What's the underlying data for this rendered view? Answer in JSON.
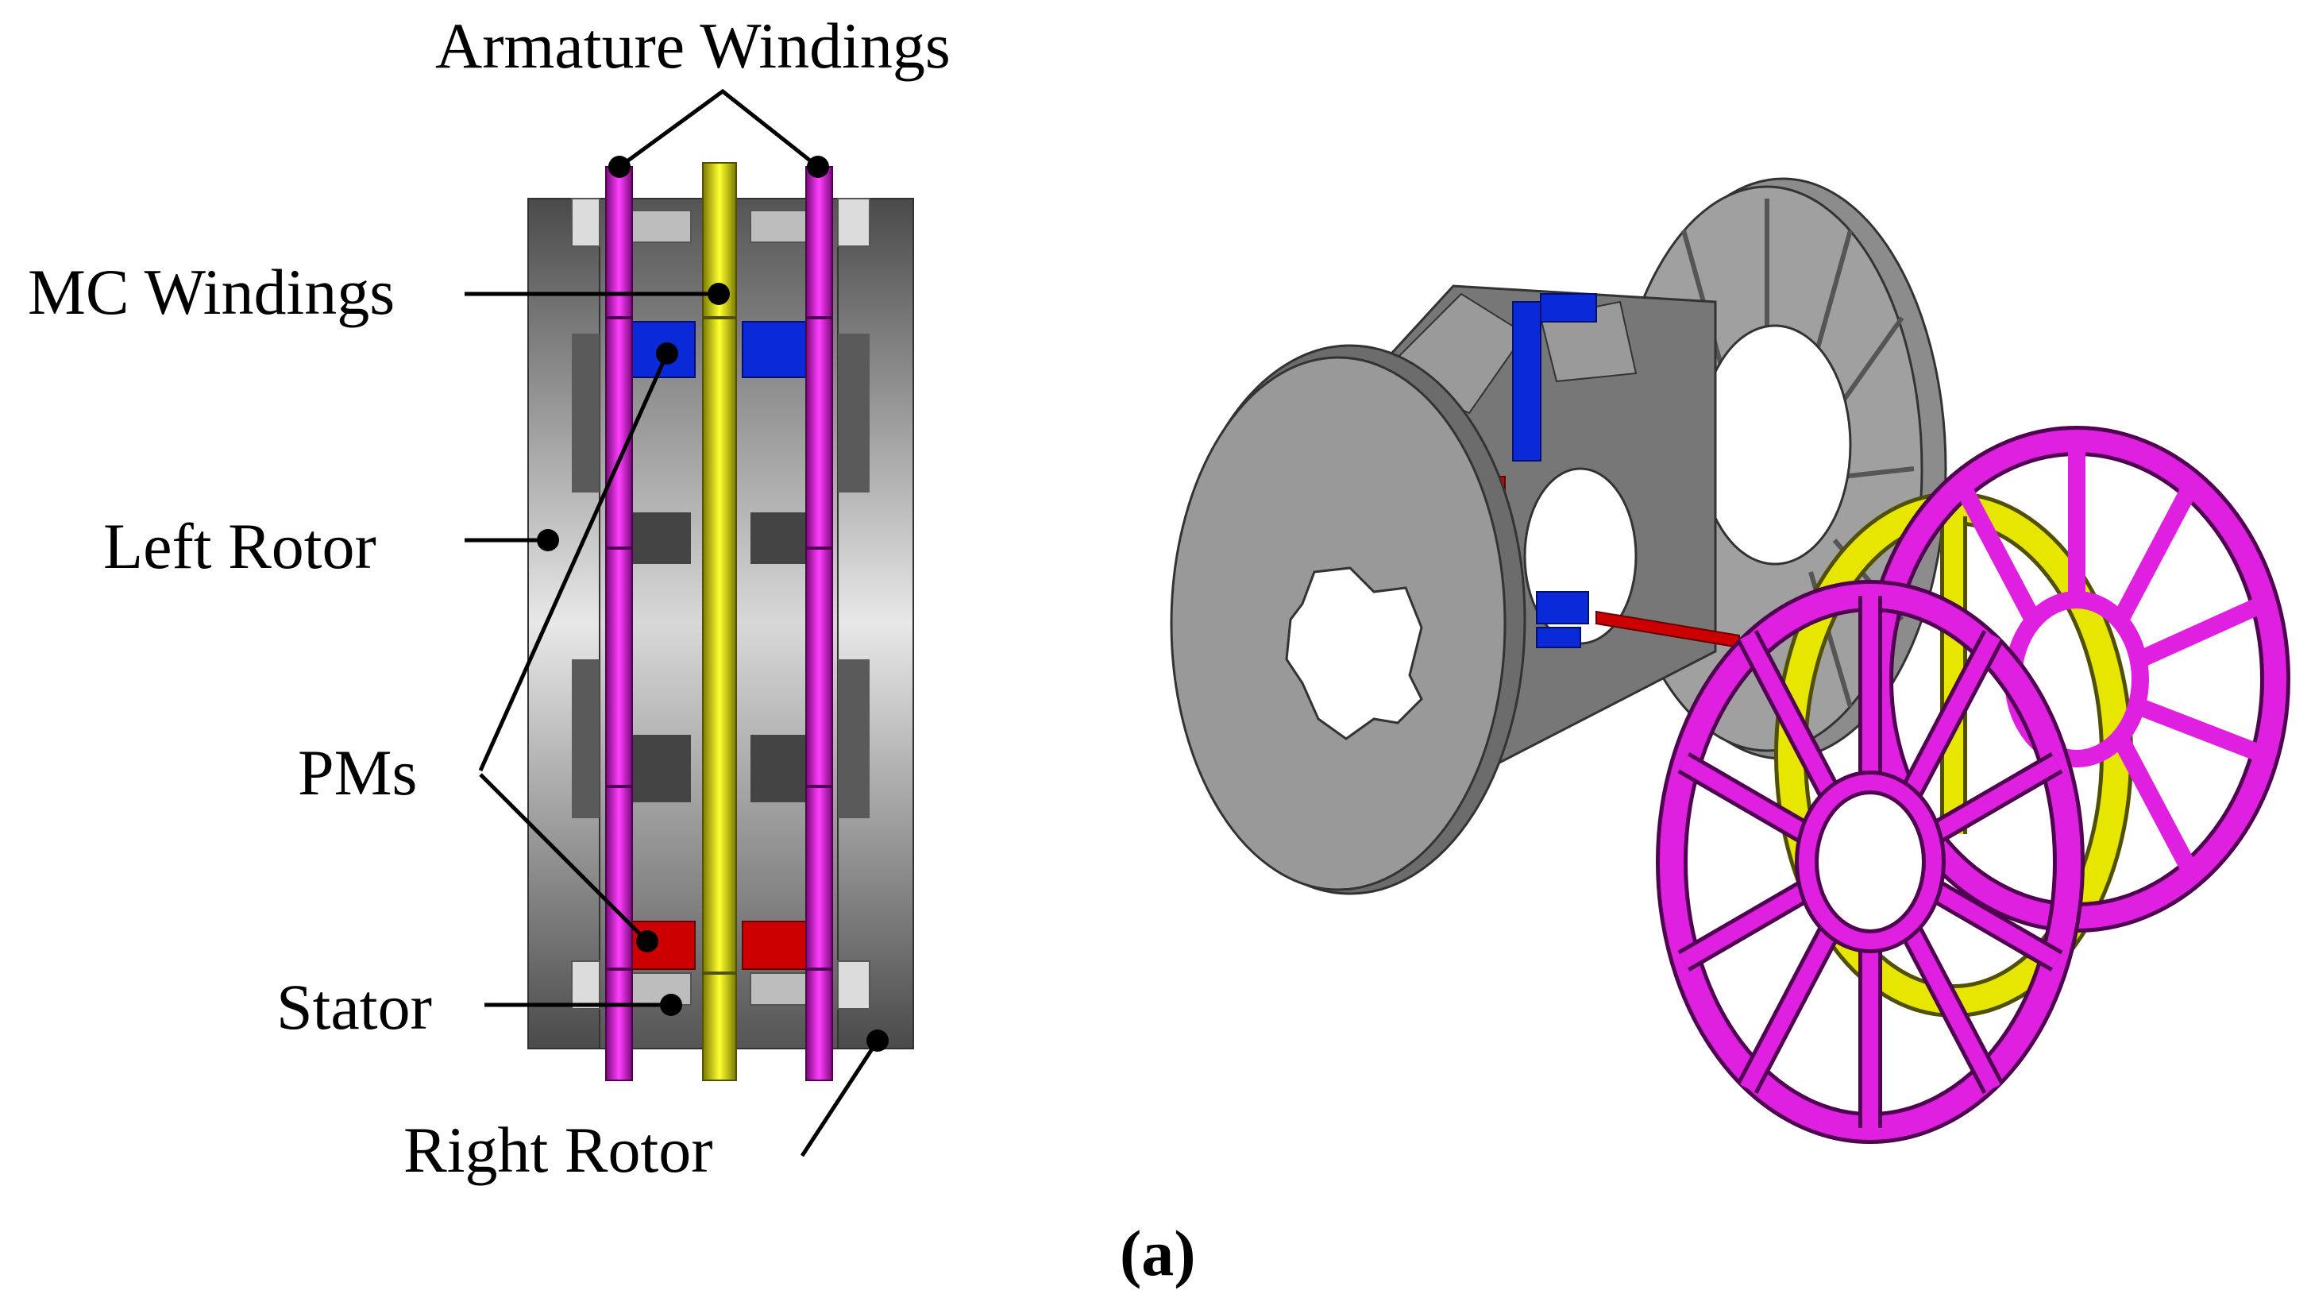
{
  "labels": {
    "armature_windings": "Armature Windings",
    "mc_windings": "MC Windings",
    "left_rotor": "Left Rotor",
    "pms": "PMs",
    "stator": "Stator",
    "right_rotor": "Right Rotor",
    "caption": "(a)"
  },
  "colors": {
    "armature_winding": "#e020e0",
    "mc_winding": "#e6e600",
    "pm_north": "#0a2ad8",
    "pm_south": "#cc0000",
    "rotor_steel": "#8c8c8c",
    "stator_steel": "#555555"
  }
}
